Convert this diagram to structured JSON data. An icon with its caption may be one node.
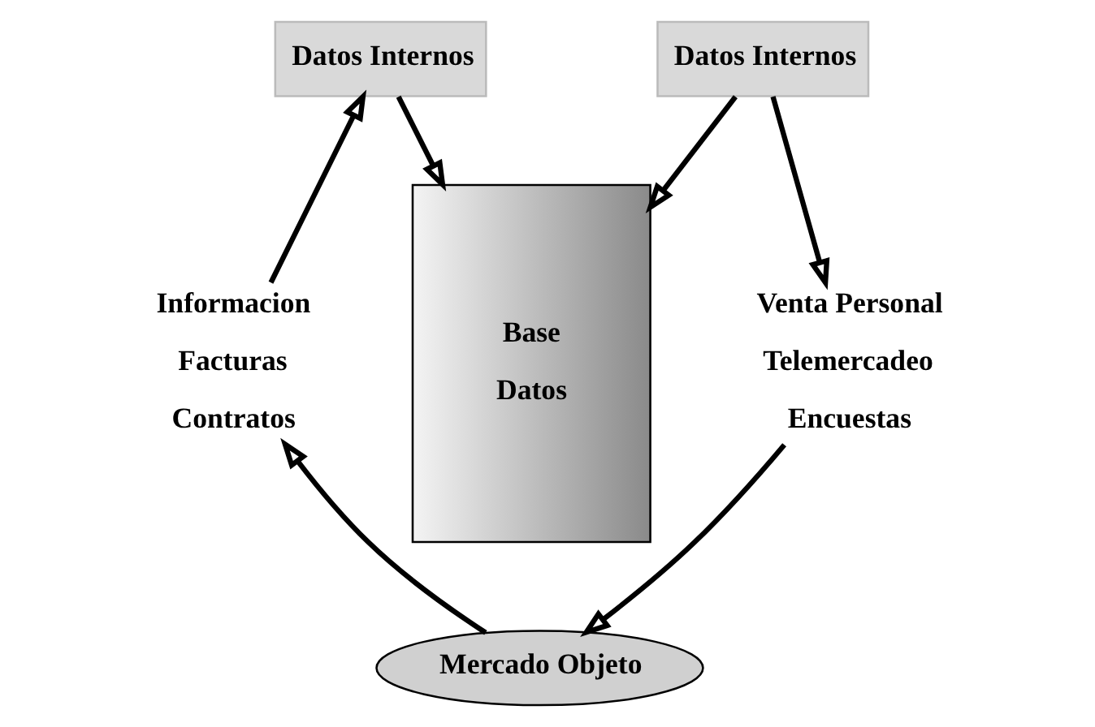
{
  "diagram": {
    "nodes": [
      {
        "text": [
          "Datos Internos"
        ]
      },
      {
        "text": [
          "Datos Internos"
        ]
      },
      {
        "text": [
          "Base",
          "Datos"
        ]
      },
      {
        "text": [
          "Informacion",
          "Facturas",
          "Contratos"
        ]
      },
      {
        "text": [
          "Venta Personal",
          "Telemercadeo",
          "Encuestas"
        ]
      },
      {
        "text": [
          "Mercado Objeto"
        ]
      }
    ],
    "edges": [
      {
        "from": 0,
        "to": 2,
        "arrow": "to"
      },
      {
        "from": 1,
        "to": 2,
        "arrow": "to"
      },
      {
        "from": 3,
        "to": 0,
        "arrow": "to"
      },
      {
        "from": 1,
        "to": 4,
        "arrow": "to"
      },
      {
        "from": 4,
        "to": 5,
        "arrow": "to"
      },
      {
        "from": 5,
        "to": 3,
        "arrow": "to"
      }
    ]
  }
}
